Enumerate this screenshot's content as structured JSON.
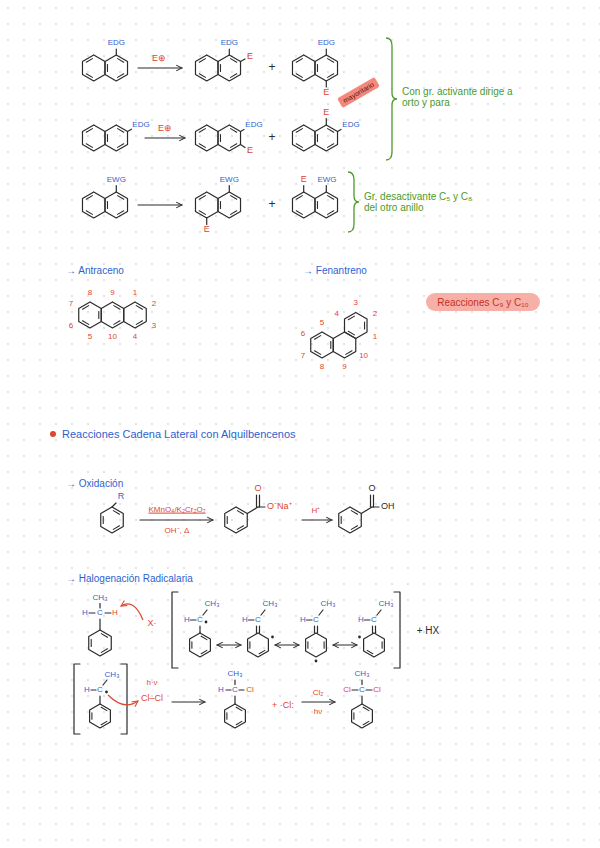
{
  "diagram": {
    "nodes": [
      {
        "text": [
          "mayoritario"
        ]
      },
      {
        "text": [
          "Reacciones C₉ y C₁₀"
        ]
      }
    ],
    "labels": [
      "EDG",
      "E⊕",
      "EDG",
      "E",
      "+",
      "EDG",
      "E",
      "Con gr. activante dirige a orto y para",
      "EDG",
      "E⊕",
      "EDG",
      "E",
      "+",
      "EDG",
      "E",
      "EWG",
      "EWG",
      "E",
      "+",
      "E",
      "EWG",
      "Gr. desactivante C₅ y C₈ del otro anillo",
      "→ Antraceno",
      "→ Fenantreno",
      "1",
      "2",
      "3",
      "4",
      "5",
      "6",
      "7",
      "8",
      "9",
      "10",
      "1",
      "2",
      "3",
      "4",
      "5",
      "6",
      "7",
      "8",
      "9",
      "10",
      "Reacciones Cadena Lateral con Alquilbencenos",
      "→ Oxidación",
      "R",
      "KMnO₄/K₂Cr₂O₇",
      "OH⁻, Δ",
      "O",
      "O⁻Na⁺",
      "H⁺",
      "O",
      "OH",
      "→ Halogenación Radicalaria",
      "CH₃",
      "H",
      "C",
      "H",
      "X·",
      "H",
      "C",
      "CH₃",
      "H",
      "C",
      "CH₃",
      "H",
      "C",
      "CH₃",
      "H",
      "C",
      "CH₃",
      "+ HX",
      "CH₃",
      "H",
      "C",
      "h·ν",
      "Cl–Cl",
      "CH₃",
      "H",
      "C",
      "Cl",
      "+ ·Cl:",
      "Cl₂",
      "hν",
      "CH₃",
      "Cl",
      "C",
      "Cl"
    ]
  }
}
